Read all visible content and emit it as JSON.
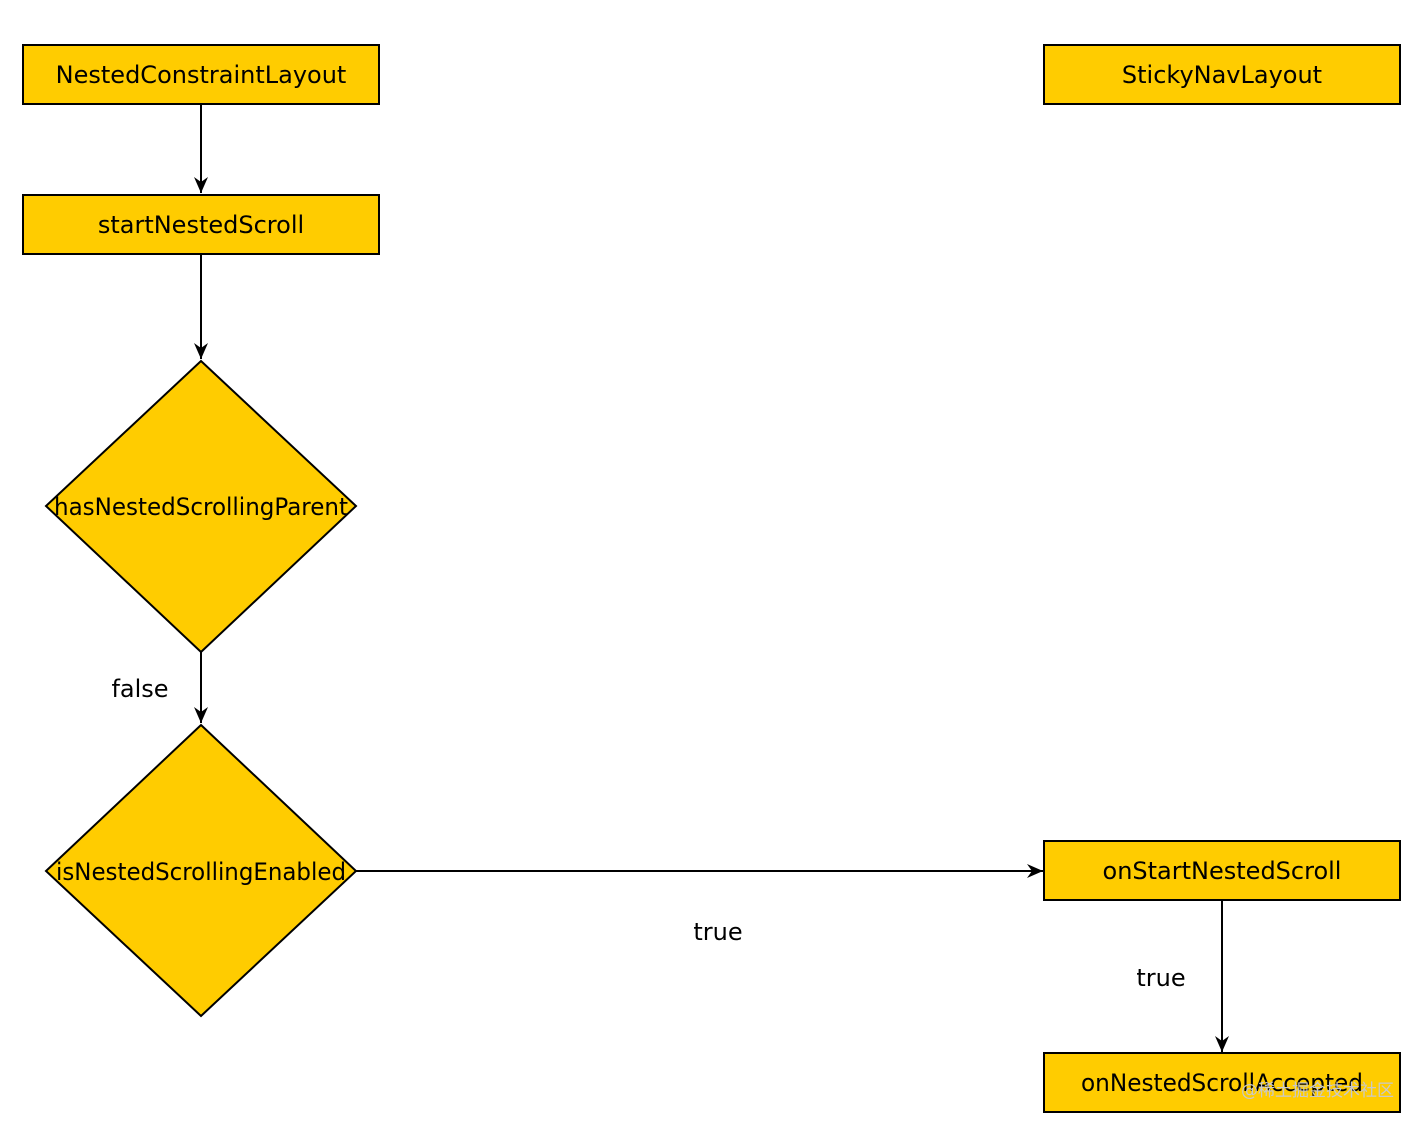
{
  "colors": {
    "node_fill": "#ffcc00",
    "stroke": "#000000",
    "watermark": "#c9c9c9"
  },
  "nodes": {
    "nested_constraint_layout": {
      "label": "NestedConstraintLayout",
      "shape": "rectangle"
    },
    "sticky_nav_layout": {
      "label": "StickyNavLayout",
      "shape": "rectangle"
    },
    "start_nested_scroll": {
      "label": "startNestedScroll",
      "shape": "rectangle"
    },
    "has_nested_scrolling_parent": {
      "label": "hasNestedScrollingParent",
      "shape": "diamond"
    },
    "is_nested_scrolling_enabled": {
      "label": "isNestedScrollingEnabled",
      "shape": "diamond"
    },
    "on_start_nested_scroll": {
      "label": "onStartNestedScroll",
      "shape": "rectangle"
    },
    "on_nested_scroll_accepted": {
      "label": "onNestedScrollAccepted",
      "shape": "rectangle"
    }
  },
  "edges": [
    {
      "from": "nested_constraint_layout",
      "to": "start_nested_scroll",
      "label": ""
    },
    {
      "from": "start_nested_scroll",
      "to": "has_nested_scrolling_parent",
      "label": ""
    },
    {
      "from": "has_nested_scrolling_parent",
      "to": "is_nested_scrolling_enabled",
      "label": "false"
    },
    {
      "from": "is_nested_scrolling_enabled",
      "to": "on_start_nested_scroll",
      "label": "true"
    },
    {
      "from": "on_start_nested_scroll",
      "to": "on_nested_scroll_accepted",
      "label": "true"
    }
  ],
  "watermark": "@稀土掘金技术社区"
}
